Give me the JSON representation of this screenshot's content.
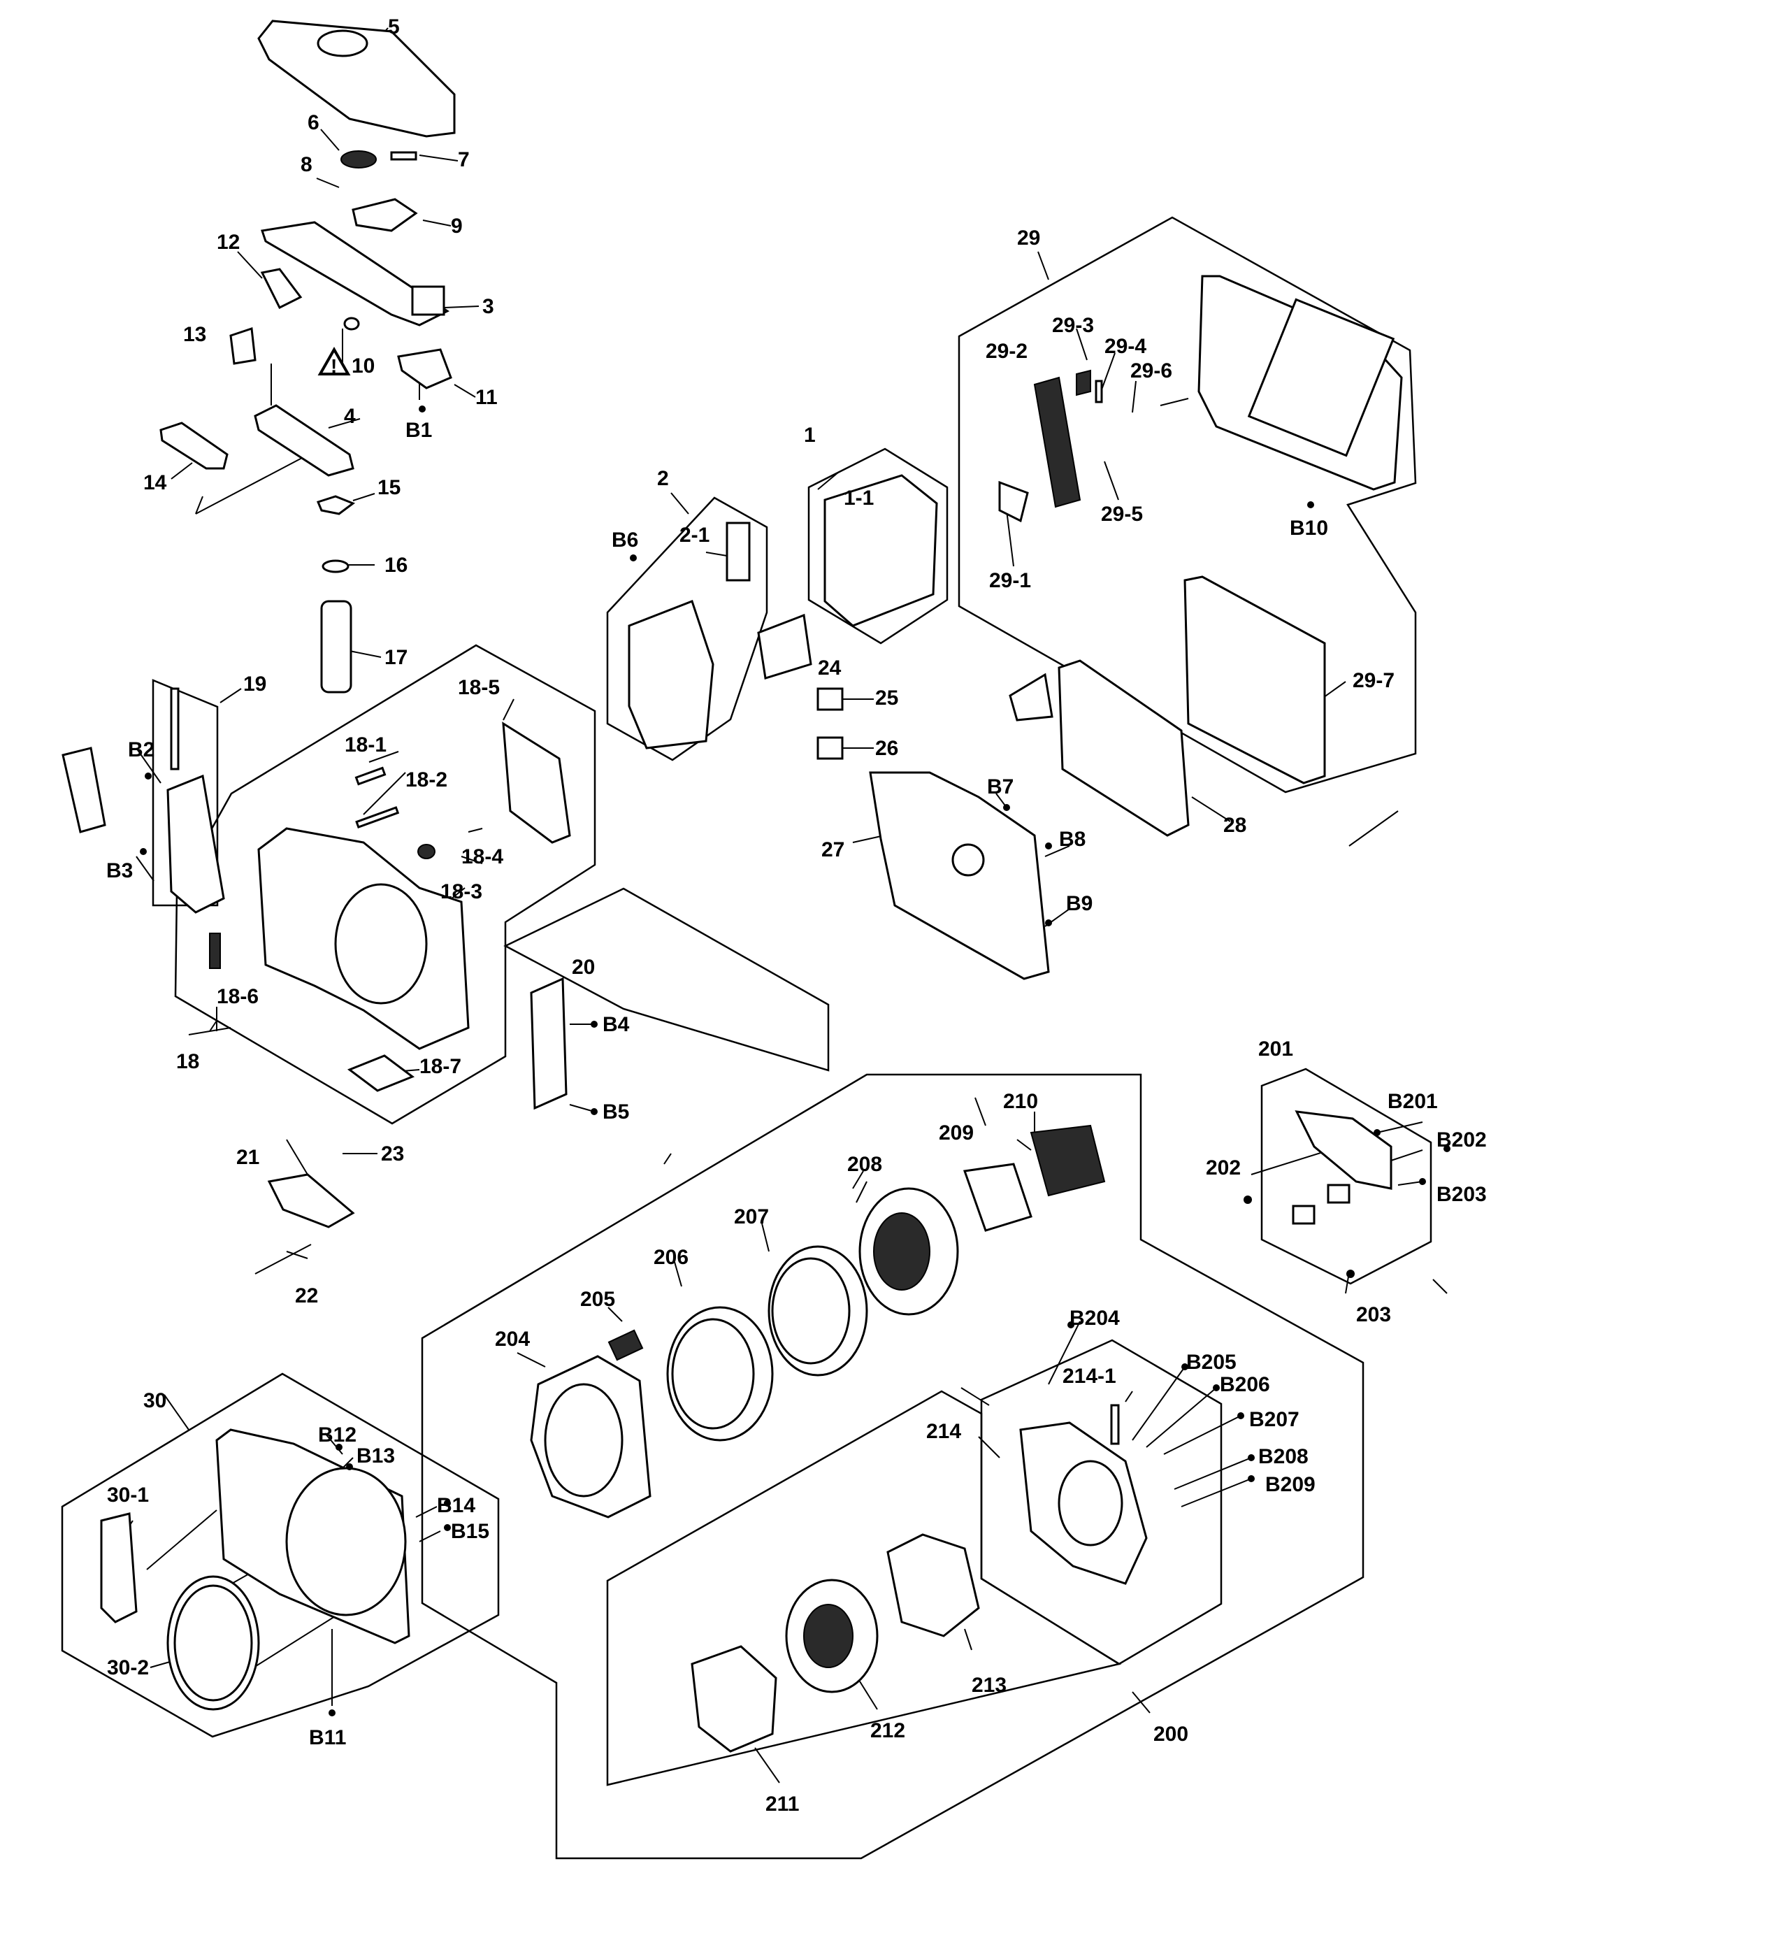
{
  "diagram": {
    "callouts": {
      "1": "1",
      "1_1": "1-1",
      "2": "2",
      "2_1": "2-1",
      "3": "3",
      "4": "4",
      "5": "5",
      "6": "6",
      "7": "7",
      "8": "8",
      "9": "9",
      "10": "10",
      "11": "11",
      "12": "12",
      "13": "13",
      "14": "14",
      "15": "15",
      "16": "16",
      "17": "17",
      "18": "18",
      "18_1": "18-1",
      "18_2": "18-2",
      "18_3": "18-3",
      "18_4": "18-4",
      "18_5": "18-5",
      "18_6": "18-6",
      "18_7": "18-7",
      "19": "19",
      "20": "20",
      "21": "21",
      "22": "22",
      "23": "23",
      "24": "24",
      "25": "25",
      "26": "26",
      "27": "27",
      "28": "28",
      "29": "29",
      "29_1": "29-1",
      "29_2": "29-2",
      "29_3": "29-3",
      "29_4": "29-4",
      "29_5": "29-5",
      "29_6": "29-6",
      "29_7": "29-7",
      "30": "30",
      "30_1": "30-1",
      "30_2": "30-2",
      "200": "200",
      "201": "201",
      "202": "202",
      "203": "203",
      "204": "204",
      "205": "205",
      "206": "206",
      "207": "207",
      "208": "208",
      "209": "209",
      "210": "210",
      "211": "211",
      "212": "212",
      "213": "213",
      "214": "214",
      "214_1": "214-1",
      "B1": "B1",
      "B2": "B2",
      "B3": "B3",
      "B4": "B4",
      "B5": "B5",
      "B6": "B6",
      "B7": "B7",
      "B8": "B8",
      "B9": "B9",
      "B10": "B10",
      "B11": "B11",
      "B12": "B12",
      "B13": "B13",
      "B14": "B14",
      "B15": "B15",
      "B201": "B201",
      "B202": "B202",
      "B203": "B203",
      "B204": "B204",
      "B205": "B205",
      "B206": "B206",
      "B207": "B207",
      "B208": "B208",
      "B209": "B209"
    },
    "warning_icon": "warning-triangle-icon"
  }
}
